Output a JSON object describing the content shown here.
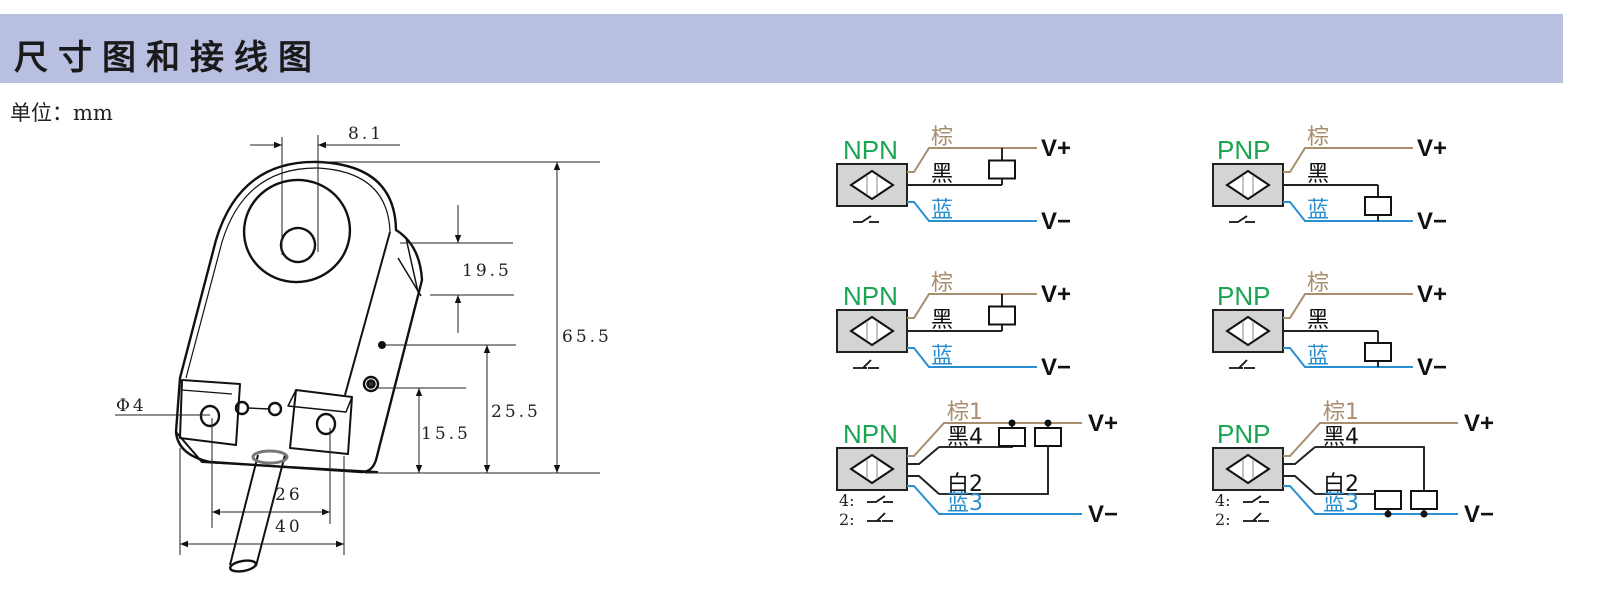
{
  "header": {
    "title": "尺寸图和接线图",
    "background_color": "#b8bfe1"
  },
  "unit": {
    "label": "单位：",
    "value": "mm"
  },
  "dimensions": {
    "hole_offset": "8.1",
    "side_height": "19.5",
    "total_height": "65.5",
    "led_height": "25.5",
    "connector_height": "15.5",
    "mount_hole_diameter": "Φ4",
    "hole_spacing": "26",
    "base_width": "40"
  },
  "colors": {
    "brown_wire": "#a88e6e",
    "black_wire": "#222222",
    "blue_wire": "#2a8fd0",
    "type_label": "#1aa552",
    "sensor_fill": "#d4d4d4"
  },
  "wiring": {
    "voltage_pos": "V+",
    "voltage_neg": "V−",
    "diagrams": [
      {
        "type": "NPN",
        "output": "NO",
        "wires": {
          "brown": "棕",
          "black": "黑",
          "blue": "蓝"
        }
      },
      {
        "type": "PNP",
        "output": "NO",
        "wires": {
          "brown": "棕",
          "black": "黑",
          "blue": "蓝"
        }
      },
      {
        "type": "NPN",
        "output": "NC",
        "wires": {
          "brown": "棕",
          "black": "黑",
          "blue": "蓝"
        }
      },
      {
        "type": "PNP",
        "output": "NC",
        "wires": {
          "brown": "棕",
          "black": "黑",
          "blue": "蓝"
        }
      },
      {
        "type": "NPN",
        "output": "NO+NC",
        "wires": {
          "brown": "棕1",
          "black": "黑4",
          "white": "白2",
          "blue": "蓝3"
        },
        "switch_labels": [
          "4:",
          "2:"
        ]
      },
      {
        "type": "PNP",
        "output": "NO+NC",
        "wires": {
          "brown": "棕1",
          "black": "黑4",
          "white": "白2",
          "blue": "蓝3"
        },
        "switch_labels": [
          "4:",
          "2:"
        ]
      }
    ]
  }
}
